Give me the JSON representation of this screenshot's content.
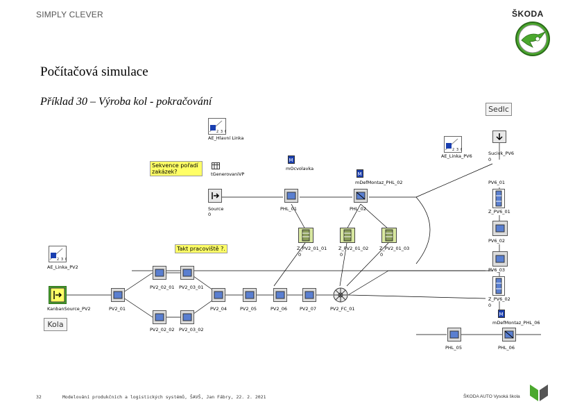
{
  "header": {
    "brand_left": "SIMPLY CLEVER",
    "brand_right": "ŠKODA"
  },
  "slide": {
    "title": "Počítačová simulace",
    "subtitle": "Příklad 30 – Výroba kol - pokračování"
  },
  "buttons": {
    "sedlo": "Sedlc",
    "kola": "Kola"
  },
  "notes": {
    "sekvence": "Sekvence pořadí zakázek?",
    "takt": "Takt pracoviště ?."
  },
  "labels": {
    "ae_hlavni": "AE_Hlavní Linka",
    "ae_pv6": "AE_Linka_PV6",
    "ae_pv2": "AE_Linka_PV2",
    "generovani": "tGenerovaniVP",
    "ocvolavka": "mOcvolavka",
    "defmontaz_02": "mDefMontaz_PHL_02",
    "defmontaz_06": "mDefMontaz_PHL_06",
    "source": "Source",
    "source_val": "0",
    "phl01": "PHL_01",
    "phl02": "PHL_02",
    "phl05": "PHL_05",
    "phl06": "PHL_06",
    "zpv2_01": "Z_PV2_01_01",
    "zpv2_01_val": "0",
    "zpv2_02": "Z_PV2_01_02",
    "zpv2_02_val": "0",
    "zpv2_03": "Z_PV2_01_03",
    "zpv2_03_val": "0",
    "sucivka": "Sucivk_PV6",
    "sucivka_val": "0",
    "pv6_01": "PV6_01",
    "zpv6_01": "Z_PV6_01",
    "pv6_02": "PV6_02",
    "pv6_03": "PV6_03",
    "zpv6_02": "Z_PV6_02",
    "zpv6_02_val": "0",
    "kanban": "KanbanSource_PV2",
    "pv2_01": "PV2_01",
    "pv2_02_01": "PV2_02_01",
    "pv2_03_01": "PV2_03_01",
    "pv2_02_02": "PV2_02_02",
    "pv2_03_02": "PV2_03_02",
    "pv2_04": "PV2_04",
    "pv2_05": "PV2_05",
    "pv2_06": "PV2_06",
    "pv2_07": "PV2_07",
    "pv2_fc01": "PV2_FC_01"
  },
  "footer": {
    "page": "32",
    "citation": "Modelování produkčních a logistických systémů, ŠAVŠ, Jan Fábry, 22. 2. 2021",
    "school": "ŠKODA AUTO Vysoká škola"
  },
  "colors": {
    "skoda_green": "#4ba82e",
    "note_yellow": "#ffff66",
    "station_blue": "#1a3fb0"
  }
}
